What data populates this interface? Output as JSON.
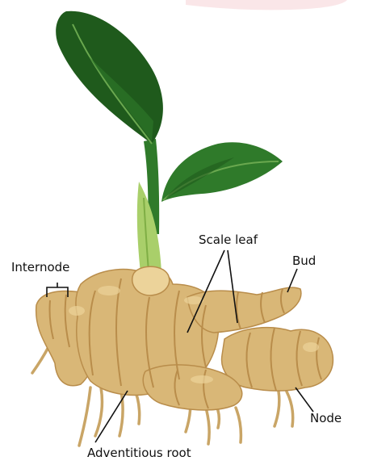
{
  "diagram": {
    "labels": {
      "internode": "Internode",
      "scale_leaf": "Scale leaf",
      "bud": "Bud",
      "node": "Node",
      "adventitious_root": "Adventitious root"
    }
  },
  "colors": {
    "leaf_dark": "#1f5a1c",
    "leaf_mid": "#2f7a2a",
    "leaf_light": "#6aa84f",
    "shoot": "#a9cf6a",
    "rhizome": "#d9b777",
    "rhizome_shadow": "#b98d4b",
    "rhizome_light": "#ecd39a",
    "root": "#c9a566"
  }
}
